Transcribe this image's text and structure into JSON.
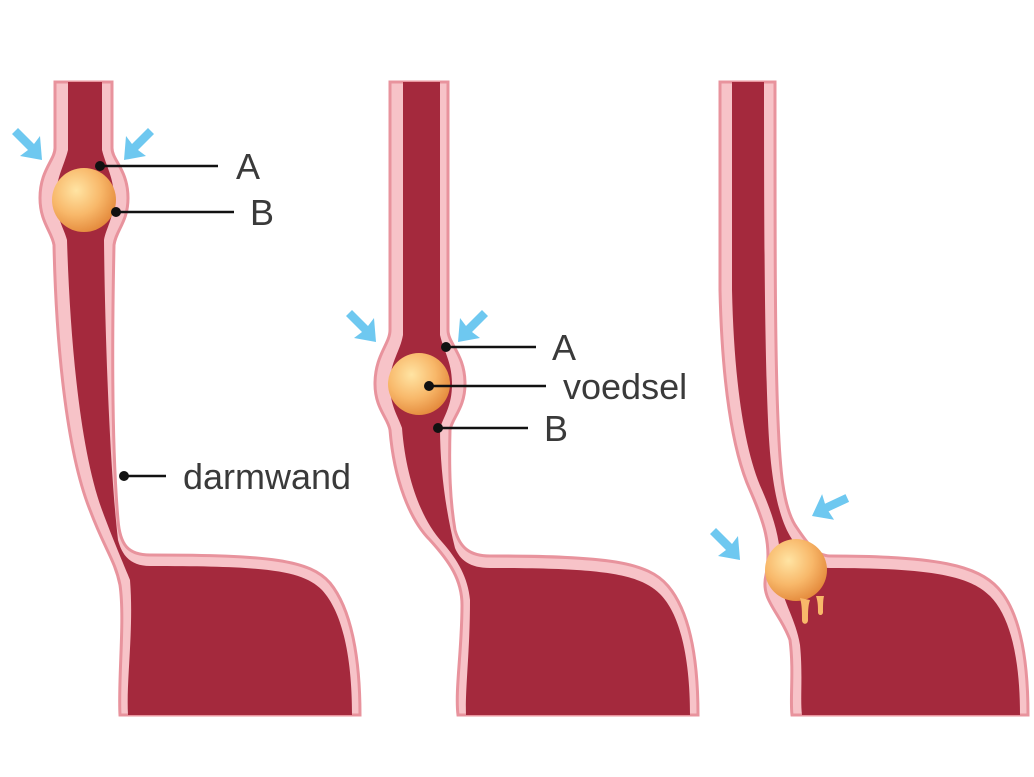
{
  "labels": {
    "panel1_a": "A",
    "panel1_b": "B",
    "panel1_wall": "darmwand",
    "panel2_a": "A",
    "panel2_food": "voedsel",
    "panel2_b": "B"
  },
  "colors": {
    "tube_inner": "#a4293d",
    "tube_wall": "#f7c3c8",
    "wall_outline": "#e8939d",
    "food_light": "#ffe4a3",
    "food_mid": "#f8b86a",
    "food_dark": "#e3883a",
    "arrow": "#6ec8f0",
    "leader": "#111111",
    "text": "#3a3a3a"
  },
  "icons": {
    "pressure_arrow": "arrow-down-right-icon",
    "leader_dot": "dot-icon"
  }
}
